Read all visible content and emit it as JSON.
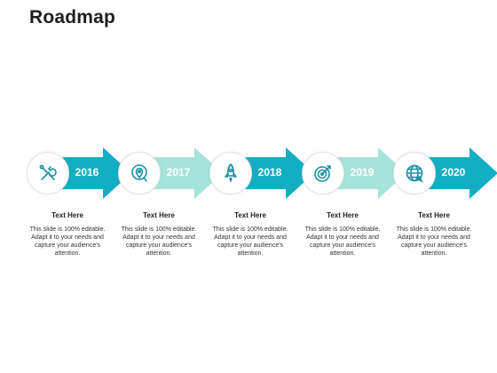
{
  "title": "Roadmap",
  "colors": {
    "dark": "#14aec2",
    "light": "#a6e3da",
    "icon": "#1b8fa4"
  },
  "steps": [
    {
      "year": "2016",
      "shade": "dark",
      "icon": "tools-icon",
      "heading": "Text Here",
      "desc": "This slide is 100% editable. Adapt it to your needs and capture your audience's attention."
    },
    {
      "year": "2017",
      "shade": "light",
      "icon": "location-pin-icon",
      "heading": "Text Here",
      "desc": "This slide is 100% editable. Adapt it to your needs and capture your audience's attention."
    },
    {
      "year": "2018",
      "shade": "dark",
      "icon": "rocket-icon",
      "heading": "Text Here",
      "desc": "This slide is 100% editable. Adapt it to your needs and capture your audience's attention."
    },
    {
      "year": "2019",
      "shade": "light",
      "icon": "target-icon",
      "heading": "Text Here",
      "desc": "This slide is 100% editable. Adapt it to your needs and capture your audience's attention."
    },
    {
      "year": "2020",
      "shade": "dark",
      "icon": "globe-icon",
      "heading": "Text Here",
      "desc": "This slide is 100% editable. Adapt it to your needs and capture your audience's attention."
    }
  ]
}
